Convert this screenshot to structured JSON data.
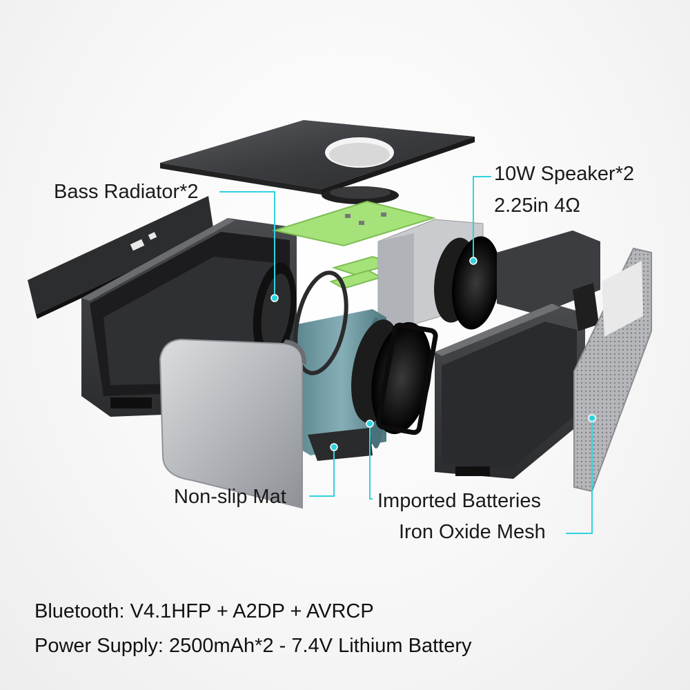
{
  "callouts": {
    "bass_radiator": "Bass Radiator*2",
    "speaker_line1": "10W Speaker*2",
    "speaker_line2": "2.25in 4Ω",
    "non_slip_mat": "Non-slip Mat",
    "batteries": "Imported Batteries",
    "mesh": "Iron Oxide Mesh"
  },
  "specs": {
    "bluetooth": "Bluetooth: V4.1HFP + A2DP + AVRCP",
    "power": "Power Supply: 2500mAh*2 - 7.4V Lithium Battery"
  },
  "colors": {
    "callout_line": "#2fd3df",
    "pcb": "#a6e27a",
    "battery": "#6f9aa3",
    "dark_panel": "#3a3b3e",
    "aluminum": "#b9bcc0"
  },
  "icons": [
    "callout-dot-icon"
  ]
}
